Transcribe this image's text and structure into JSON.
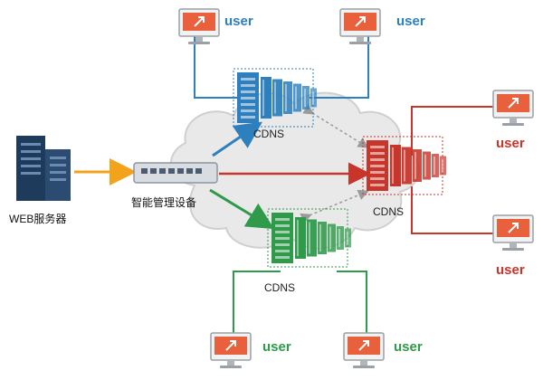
{
  "colors": {
    "blue": "#2d7fbd",
    "red": "#c8352a",
    "green": "#2e9a4a",
    "orange": "#f3a21b",
    "server_dark": "#1f3b5b",
    "monitor_screen": "#e8603c",
    "cloud": "#e6e6e6"
  },
  "web_server": {
    "label": "WEB服务器",
    "icon": "server-rack-icon"
  },
  "smart_device": {
    "label": "智能管理设备",
    "icon": "network-switch-icon"
  },
  "cdns": [
    {
      "id": "cdns-top",
      "label": "CDNS",
      "color_key": "blue"
    },
    {
      "id": "cdns-right",
      "label": "CDNS",
      "color_key": "red"
    },
    {
      "id": "cdns-bottom",
      "label": "CDNS",
      "color_key": "green"
    }
  ],
  "users": [
    {
      "id": "user-top-left",
      "label": "user",
      "color_key": "blue",
      "icon": "monitor-icon"
    },
    {
      "id": "user-top-right",
      "label": "user",
      "color_key": "blue",
      "icon": "monitor-icon"
    },
    {
      "id": "user-right-top",
      "label": "user",
      "color_key": "red",
      "icon": "monitor-icon"
    },
    {
      "id": "user-right-bottom",
      "label": "user",
      "color_key": "red",
      "icon": "monitor-icon"
    },
    {
      "id": "user-bottom-left",
      "label": "user",
      "color_key": "green",
      "icon": "monitor-icon"
    },
    {
      "id": "user-bottom-right",
      "label": "user",
      "color_key": "green",
      "icon": "monitor-icon"
    }
  ]
}
